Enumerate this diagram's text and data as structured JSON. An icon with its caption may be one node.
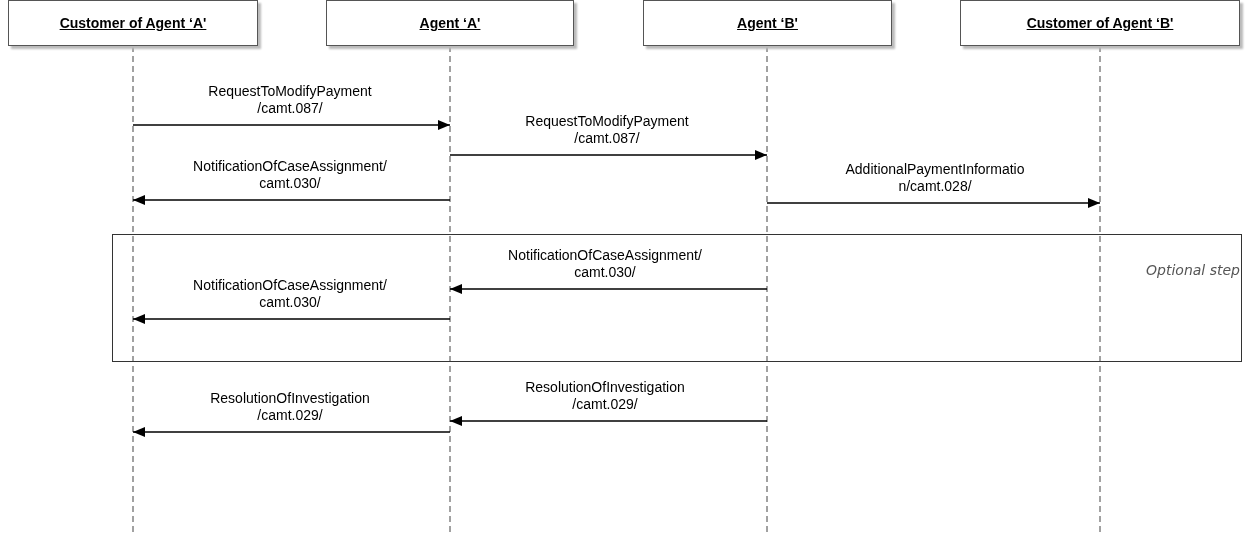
{
  "diagram": {
    "nodes": [
      {
        "text": [
          "Customer of Agent ‘A'"
        ]
      },
      {
        "text": [
          "Agent ‘A'"
        ]
      },
      {
        "text": [
          "Agent ‘B'"
        ]
      },
      {
        "text": [
          "Customer of Agent ‘B'"
        ]
      }
    ],
    "labels": [
      "Optional step"
    ],
    "edges": [
      {
        "from": 0,
        "to": 1,
        "arrow": "to",
        "label": "RequestToModifyPayment /camt.087/"
      },
      {
        "from": 1,
        "to": 2,
        "arrow": "to",
        "label": "RequestToModifyPayment /camt.087/"
      },
      {
        "from": 1,
        "to": 0,
        "arrow": "to",
        "label": "NotificationOfCaseAssignment/ camt.030/"
      },
      {
        "from": 2,
        "to": 3,
        "arrow": "to",
        "label": "AdditionalPaymentInformatio n/camt.028/"
      },
      {
        "from": 2,
        "to": 1,
        "arrow": "to",
        "label": "NotificationOfCaseAssignment/ camt.030/"
      },
      {
        "from": 1,
        "to": 0,
        "arrow": "to",
        "label": "NotificationOfCaseAssignment/ camt.030/"
      },
      {
        "from": 2,
        "to": 1,
        "arrow": "to",
        "label": "ResolutionOfInvestigation /camt.029/"
      },
      {
        "from": 1,
        "to": 0,
        "arrow": "to",
        "label": "ResolutionOfInvestigation /camt.029/"
      }
    ]
  }
}
